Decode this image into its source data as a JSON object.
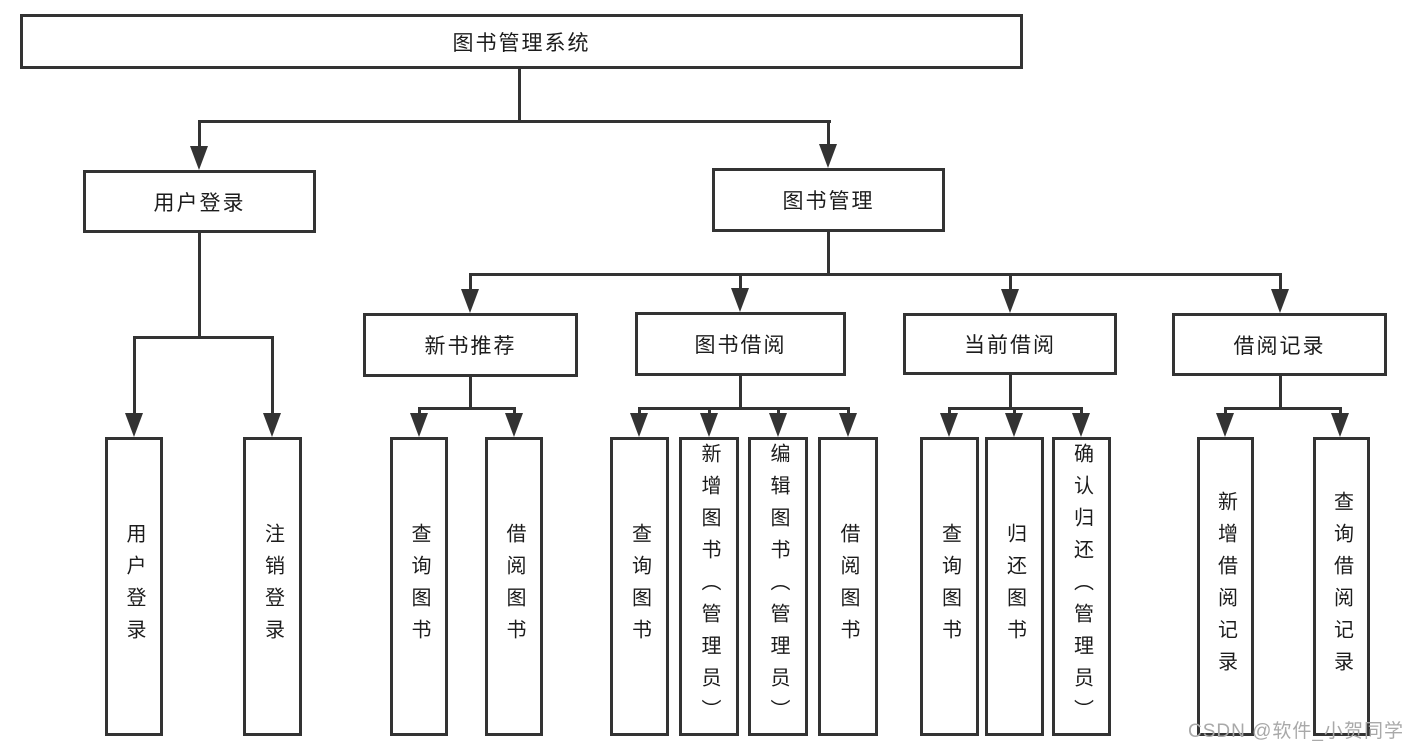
{
  "nodes": {
    "root": "图书管理系统",
    "user_login": "用户登录",
    "book_mgmt": "图书管理",
    "new_books": "新书推荐",
    "book_borrow": "图书借阅",
    "current_borrow": "当前借阅",
    "borrow_records": "借阅记录"
  },
  "leaves": [
    "用户登录",
    "注销登录",
    "查询图书",
    "借阅图书",
    "查询图书",
    "新增图书（管理员）",
    "编辑图书（管理员）",
    "借阅图书",
    "查询图书",
    "归还图书",
    "确认归还（管理员）",
    "新增借阅记录",
    "查询借阅记录"
  ],
  "watermark": "CSDN @软件_小贺同学",
  "colors": {
    "line": "#333333",
    "text": "#1c1c1c",
    "watermark": "#a9a9a9",
    "background": "#ffffff"
  }
}
